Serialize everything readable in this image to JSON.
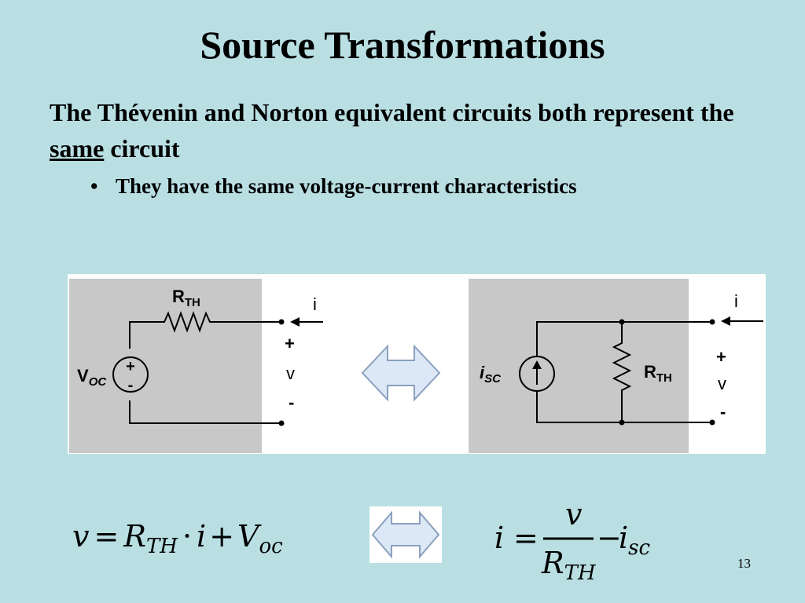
{
  "slide": {
    "title": "Source Transformations",
    "para_pre": "The Thévenin and Norton equivalent circuits both represent the ",
    "para_emph": "same",
    "para_post": " circuit",
    "bullet": "They have the same voltage-current characteristics",
    "page_number": "13"
  },
  "thevenin": {
    "resistor_label_main": "R",
    "resistor_label_sub": "TH",
    "source_label_main": "V",
    "source_label_sub": "OC",
    "source_plus": "+",
    "source_minus": "-",
    "current": "i",
    "term_plus": "+",
    "term_v": "v",
    "term_minus": "-"
  },
  "norton": {
    "source_label_main": "i",
    "source_label_sub": "SC",
    "resistor_label_main": "R",
    "resistor_label_sub": "TH",
    "current": "i",
    "term_plus": "+",
    "term_v": "v",
    "term_minus": "-"
  },
  "equations": {
    "left": {
      "v": "v",
      "eq": "=",
      "R": "R",
      "TH": "TH",
      "dot": "·",
      "i": "i",
      "plus": "+",
      "V": "V",
      "oc": "oc"
    },
    "right": {
      "i": "i",
      "eq": "=",
      "num": "v",
      "den_R": "R",
      "den_TH": "TH",
      "minus": "−",
      "isc_i": "i",
      "isc_sub": "sc"
    }
  },
  "colors": {
    "background": "#b9dfe3",
    "circuit_box": "#c8c8c8",
    "arrow_fill": "#dce8f6",
    "arrow_stroke": "#8aa0be"
  }
}
